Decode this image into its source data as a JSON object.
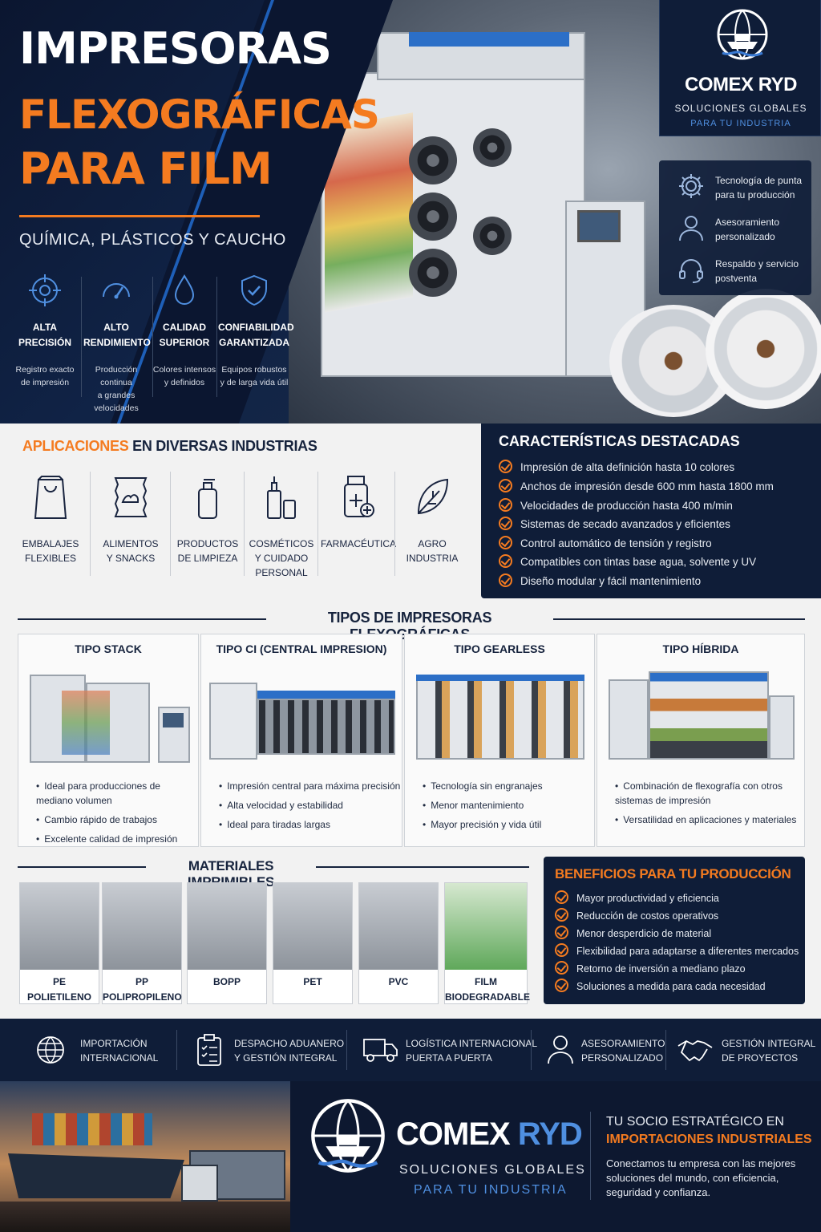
{
  "hero": {
    "title_line1": "IMPRESORAS",
    "title_line2": "FLEXOGRÁFICAS",
    "title_line3": "PARA FILM",
    "subtitle": "QUÍMICA, PLÁSTICOS Y CAUCHO",
    "features": [
      {
        "icon": "crosshair-icon",
        "label1": "ALTA",
        "label2": "PRECISIÓN",
        "desc1": "Registro exacto",
        "desc2": "de impresión",
        "desc3": ""
      },
      {
        "icon": "speedometer-icon",
        "label1": "ALTO",
        "label2": "RENDIMIENTO",
        "desc1": "Producción continua",
        "desc2": "a grandes",
        "desc3": "velocidades"
      },
      {
        "icon": "ink-drop-icon",
        "label1": "CALIDAD",
        "label2": "SUPERIOR",
        "desc1": "Colores intensos",
        "desc2": "y definidos",
        "desc3": ""
      },
      {
        "icon": "shield-check-icon",
        "label1": "CONFIABILIDAD",
        "label2": "GARANTIZADA",
        "desc1": "Equipos robustos",
        "desc2": "y de larga vida útil",
        "desc3": ""
      }
    ]
  },
  "brand": {
    "name_part1": "COMEX",
    "name_part2": "RYD",
    "tagline1": "SOLUCIONES GLOBALES",
    "tagline2": "PARA TU INDUSTRIA"
  },
  "side_panel": [
    {
      "icon": "gear-icon",
      "line1": "Tecnología de punta",
      "line2": "para tu producción"
    },
    {
      "icon": "advisor-icon",
      "line1": "Asesoramiento",
      "line2": "personalizado"
    },
    {
      "icon": "headset-icon",
      "line1": "Respaldo y servicio",
      "line2": "postventa"
    }
  ],
  "applications": {
    "title_highlight": "APLICACIONES",
    "title_rest": "EN DIVERSAS INDUSTRIAS",
    "items": [
      {
        "icon": "bag-icon",
        "line1": "EMBALAJES",
        "line2": "FLEXIBLES",
        "line3": ""
      },
      {
        "icon": "snack-bag-icon",
        "line1": "ALIMENTOS",
        "line2": "Y SNACKS",
        "line3": ""
      },
      {
        "icon": "cleaner-bottle-icon",
        "line1": "PRODUCTOS",
        "line2": "DE LIMPIEZA",
        "line3": ""
      },
      {
        "icon": "cosmetics-icon",
        "line1": "COSMÉTICOS",
        "line2": "Y CUIDADO",
        "line3": "PERSONAL"
      },
      {
        "icon": "medicine-bottle-icon",
        "line1": "FARMACÉUTICA",
        "line2": "",
        "line3": ""
      },
      {
        "icon": "leaf-icon",
        "line1": "AGRO",
        "line2": "INDUSTRIA",
        "line3": ""
      }
    ]
  },
  "features": {
    "title": "CARACTERÍSTICAS DESTACADAS",
    "items": [
      "Impresión de alta definición hasta 10 colores",
      "Anchos de impresión desde 600 mm hasta 1800 mm",
      "Velocidades de producción hasta 400 m/min",
      "Sistemas de secado avanzados y eficientes",
      "Control automático de tensión y registro",
      "Compatibles con tintas base agua, solvente y UV",
      "Diseño modular y fácil mantenimiento"
    ]
  },
  "types": {
    "title": "TIPOS DE IMPRESORAS FLEXOGRÁFICAS",
    "cards": [
      {
        "title": "TIPO STACK",
        "bullets": [
          "Ideal para producciones de mediano volumen",
          "Cambio rápido de trabajos",
          "Excelente calidad de impresión"
        ]
      },
      {
        "title": "TIPO CI (CENTRAL IMPRESION)",
        "bullets": [
          "Impresión central para máxima precisión",
          "Alta velocidad y estabilidad",
          "Ideal para tiradas largas"
        ]
      },
      {
        "title": "TIPO GEARLESS",
        "bullets": [
          "Tecnología sin engranajes",
          "Menor mantenimiento",
          "Mayor precisión y vida útil"
        ]
      },
      {
        "title": "TIPO HÍBRIDA",
        "bullets": [
          "Combinación de flexografía con otros sistemas de impresión",
          "Versatilidad en aplicaciones y materiales"
        ]
      }
    ]
  },
  "materials": {
    "title": "MATERIALES IMPRIMIBLES",
    "items": [
      {
        "line1": "PE",
        "line2": "POLIETILENO"
      },
      {
        "line1": "PP",
        "line2": "POLIPROPILENO"
      },
      {
        "line1": "BOPP",
        "line2": ""
      },
      {
        "line1": "PET",
        "line2": ""
      },
      {
        "line1": "PVC",
        "line2": ""
      },
      {
        "line1": "FILM",
        "line2": "BIODEGRADABLE"
      }
    ]
  },
  "benefits": {
    "title": "BENEFICIOS PARA TU PRODUCCIÓN",
    "items": [
      "Mayor productividad y eficiencia",
      "Reducción de costos operativos",
      "Menor desperdicio de material",
      "Flexibilidad para adaptarse a diferentes mercados",
      "Retorno de inversión a mediano plazo",
      "Soluciones a medida para cada necesidad"
    ]
  },
  "services": [
    {
      "icon": "globe-icon",
      "line1": "IMPORTACIÓN",
      "line2": "INTERNACIONAL"
    },
    {
      "icon": "clipboard-icon",
      "line1": "DESPACHO ADUANERO",
      "line2": "Y GESTIÓN INTEGRAL"
    },
    {
      "icon": "truck-icon",
      "line1": "LOGÍSTICA INTERNACIONAL",
      "line2": "PUERTA A PUERTA"
    },
    {
      "icon": "user-icon",
      "line1": "ASESORAMIENTO",
      "line2": "PERSONALIZADO"
    },
    {
      "icon": "handshake-icon",
      "line1": "GESTIÓN INTEGRAL",
      "line2": "DE PROYECTOS"
    }
  ],
  "footer": {
    "partner_line1": "TU SOCIO ESTRATÉGICO EN",
    "partner_line2": "IMPORTACIONES INDUSTRIALES",
    "body_line1": "Conectamos tu empresa con las mejores",
    "body_line2": "soluciones del mundo, con eficiencia,",
    "body_line3": "seguridad y confianza."
  },
  "colors": {
    "navy": "#0f1d38",
    "orange": "#f47b20",
    "light_bg": "#f2f2f2",
    "blue_accent": "#3a7bd5"
  }
}
